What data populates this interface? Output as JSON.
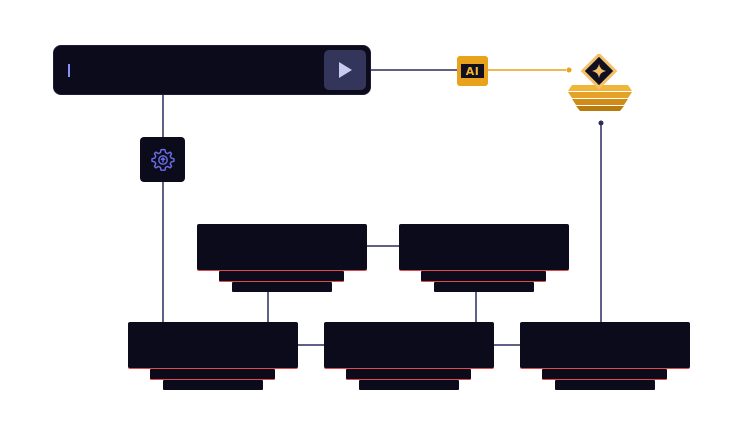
{
  "prompt_bar": {
    "value": "",
    "placeholder": ""
  },
  "send_button": {
    "icon": "play-triangle-icon"
  },
  "transform_step": {
    "icon": "gear-icon"
  },
  "ai_step": {
    "label": "AI",
    "icon": "ai-chip-icon"
  },
  "output": {
    "icon": "sparkle-diamond-icon"
  },
  "colors": {
    "node_fill": "#0b0b1c",
    "wire": "#2a2c5a",
    "ai_accent": "#e8a21b",
    "output_gold": "#d9951a",
    "card_edge": "#e14b4b",
    "send_button": "#33365a"
  },
  "nodes": [
    {
      "id": "node-top-left"
    },
    {
      "id": "node-top-right"
    },
    {
      "id": "node-bottom-left"
    },
    {
      "id": "node-bottom-center"
    },
    {
      "id": "node-bottom-right"
    }
  ]
}
